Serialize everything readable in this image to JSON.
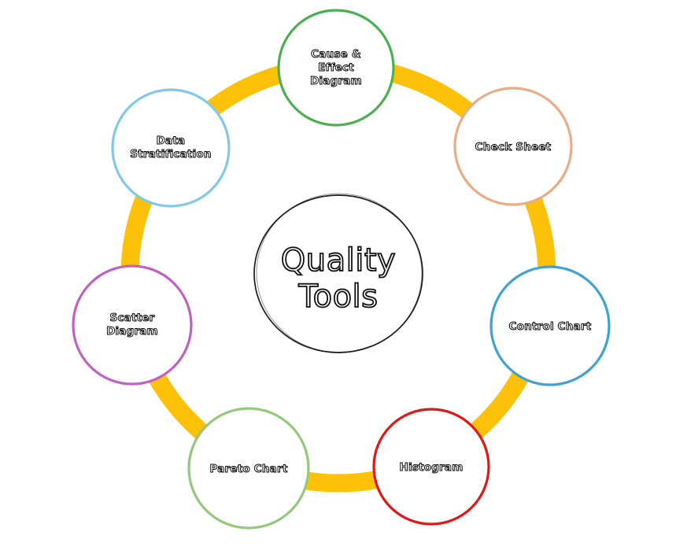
{
  "diagram": {
    "title": "Quality Tools",
    "ring_color": "#FCC108",
    "center": {
      "label": "Quality Tools",
      "lines": [
        "Quality",
        "Tools"
      ],
      "border_color": "#1B1B1B",
      "text_outline_color": "#0F0F0F"
    },
    "nodes": [
      {
        "id": "cause-effect-diagram",
        "label": "Cause & Effect Diagram",
        "lines": [
          "Cause &",
          "Effect",
          "Diagram"
        ],
        "border_color": "#4BB052"
      },
      {
        "id": "check-sheet",
        "label": "Check Sheet",
        "lines": [
          "Check Sheet"
        ],
        "border_color": "#E9AC85"
      },
      {
        "id": "control-chart",
        "label": "Control Chart",
        "lines": [
          "Control Chart"
        ],
        "border_color": "#3FA2D0"
      },
      {
        "id": "histogram",
        "label": "Histogram",
        "lines": [
          "Histogram"
        ],
        "border_color": "#E01717"
      },
      {
        "id": "pareto-chart",
        "label": "Pareto Chart",
        "lines": [
          "Pareto Chart"
        ],
        "border_color": "#93C87D"
      },
      {
        "id": "scatter-diagram",
        "label": "Scatter Diagram",
        "lines": [
          "Scatter",
          "Diagram"
        ],
        "border_color": "#C062C0"
      },
      {
        "id": "data-stratification",
        "label": "Data Stratification",
        "lines": [
          "Data",
          "Stratification"
        ],
        "border_color": "#82C8E8"
      }
    ]
  }
}
